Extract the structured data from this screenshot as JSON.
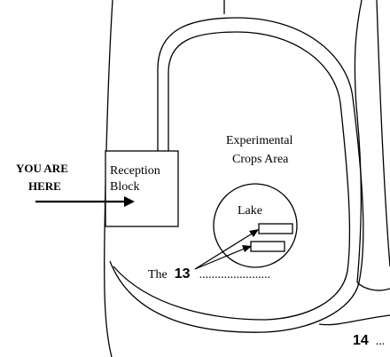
{
  "map": {
    "you_are_here": {
      "line1": "YOU ARE",
      "line2": "HERE"
    },
    "reception": {
      "line1": "Reception",
      "line2": "Block"
    },
    "crops_area": {
      "line1": "Experimental",
      "line2": "Crops Area"
    },
    "lake": {
      "label": "Lake"
    },
    "question_13": {
      "prefix": "The",
      "number": "13",
      "blank": "......................."
    },
    "question_14": {
      "number": "14",
      "blank": "..."
    }
  }
}
